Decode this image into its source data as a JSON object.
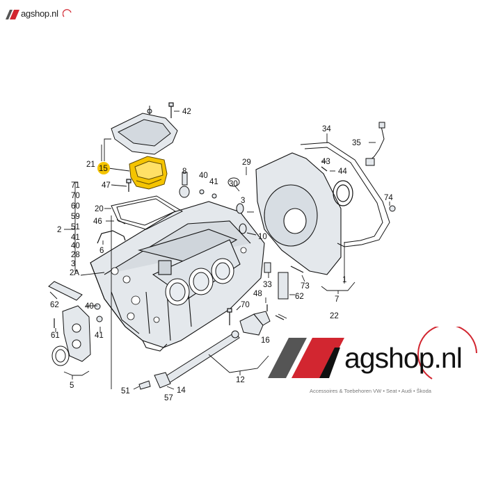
{
  "logo": {
    "site_name": "agshop.nl",
    "tagline": "Accessoires & Toebehoren VW • Seat • Audi • Škoda"
  },
  "colors": {
    "highlight": "#f5c400",
    "line": "#111111",
    "part_fill": "#e4e8ec",
    "logo_red": "#d22630",
    "logo_grey": "#555555"
  },
  "highlighted_part": "15",
  "callouts": [
    "42",
    "21",
    "15",
    "47",
    "8",
    "40",
    "41",
    "29",
    "43",
    "44",
    "34",
    "35",
    "71",
    "70",
    "60",
    "59",
    "51",
    "41",
    "40",
    "28",
    "3",
    "2A",
    "2",
    "20",
    "46",
    "6",
    "30",
    "3",
    "10",
    "74",
    "33",
    "73",
    "62",
    "1",
    "7",
    "62",
    "40",
    "41",
    "61",
    "48",
    "70",
    "22",
    "5",
    "16",
    "12",
    "51",
    "14",
    "57"
  ],
  "labels": {
    "c42": "42",
    "c21": "21",
    "c15": "15",
    "c47": "47",
    "c8": "8",
    "c40a": "40",
    "c41a": "41",
    "c29": "29",
    "c43": "43",
    "c44": "44",
    "c34": "34",
    "c35": "35",
    "c71": "71",
    "c70a": "70",
    "c60": "60",
    "c59": "59",
    "c51a": "51",
    "c41b": "41",
    "c40b": "40",
    "c28": "28",
    "c3a": "3",
    "c2A": "2A",
    "c2": "2",
    "c20": "20",
    "c46": "46",
    "c6": "6",
    "c30": "30",
    "c3b": "3",
    "c10": "10",
    "c74": "74",
    "c33": "33",
    "c73": "73",
    "c62a": "62",
    "c1": "1",
    "c7": "7",
    "c62b": "62",
    "c40c": "40",
    "c41c": "41",
    "c61": "61",
    "c48": "48",
    "c70b": "70",
    "c22": "22",
    "c5": "5",
    "c16": "16",
    "c12": "12",
    "c51b": "51",
    "c14": "14",
    "c57": "57"
  }
}
